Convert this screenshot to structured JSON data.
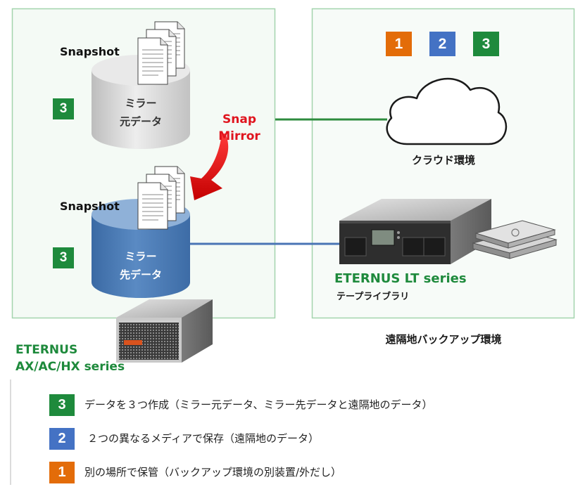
{
  "diagram": {
    "primary_site": {
      "source_volume": {
        "snapshot_label": "Snapshot",
        "label": [
          "ミラー",
          "元データ"
        ],
        "badge": "3"
      },
      "target_volume": {
        "snapshot_label": "Snapshot",
        "label": [
          "ミラー",
          "先データ"
        ],
        "badge": "3"
      },
      "replication_label": [
        "Snap",
        "Mirror"
      ],
      "storage_product": [
        "ETERNUS",
        "AX/AC/HX series"
      ]
    },
    "remote_site": {
      "badges": [
        {
          "number": "1",
          "color": "orange"
        },
        {
          "number": "2",
          "color": "blue"
        },
        {
          "number": "3",
          "color": "green"
        }
      ],
      "cloud_label": "クラウド環境",
      "tape_product": "ETERNUS LT series",
      "tape_type": "テープライブラリ",
      "caption": "遠隔地バックアップ環境"
    }
  },
  "legend": [
    {
      "badge": "3",
      "color": "green",
      "text": "データを３つ作成（ミラー元データ、ミラー先データと遠隔地のデータ）"
    },
    {
      "badge": "2",
      "color": "blue",
      "text": "２つの異なるメディアで保存（遠隔地のデータ）"
    },
    {
      "badge": "1",
      "color": "orange",
      "text": "別の場所で保管（バックアップ環境の別装置/外だし）"
    }
  ],
  "colors": {
    "green": "#1e8a3c",
    "blue": "#4472c4",
    "orange": "#e36c09",
    "red": "#e0141e",
    "panel_border": "#a3d4ad",
    "link_green": "#2e8b3e",
    "link_blue": "#4a74b5"
  },
  "icons": [
    "document-stack-icon",
    "database-cylinder-icon",
    "curved-arrow-icon",
    "cloud-icon",
    "tape-library-device",
    "tape-cartridge-icon",
    "storage-array-device"
  ]
}
